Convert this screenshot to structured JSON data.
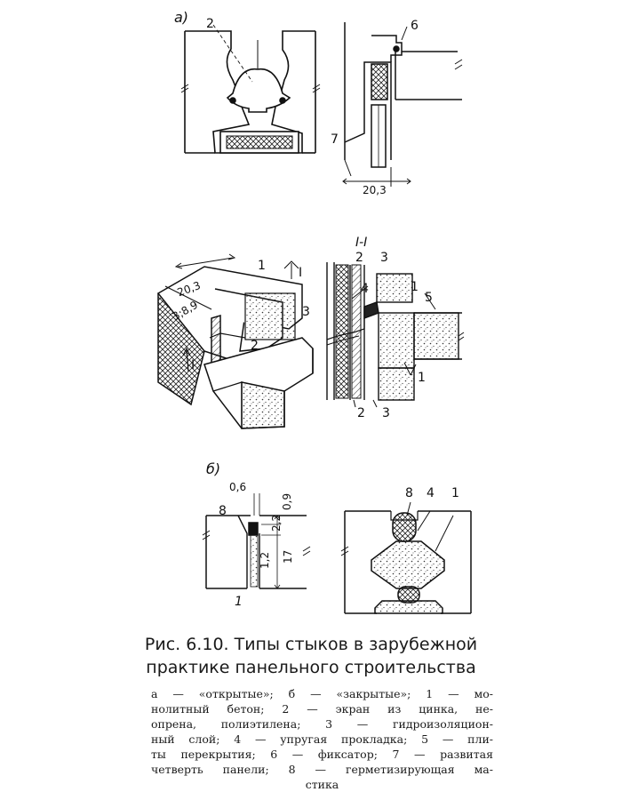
{
  "panels": {
    "a": {
      "label": "а)",
      "numbers": {
        "n2": "2",
        "n6": "6",
        "n7": "7"
      },
      "dimension": "20,3"
    },
    "iso": {
      "numbers": {
        "n1": "1",
        "n2": "2",
        "n3": "3"
      },
      "section_mark": "I",
      "dim_width": "20,3",
      "dim_depth": "3;8,9"
    },
    "section": {
      "title": "I-I",
      "numbers": {
        "n1": "1",
        "n2": "2",
        "n3": "3",
        "n4": "4",
        "n5": "5"
      }
    },
    "b": {
      "label": "б)",
      "numbers": {
        "n8": "8",
        "n4": "4",
        "n1": "1"
      },
      "dims": [
        "0,6",
        "2,2",
        "0,9",
        "1,2",
        "17"
      ]
    }
  },
  "caption": {
    "title_lines": [
      "Рис. 6.10. Типы стыков в зарубежной",
      "практике панельного строительства"
    ],
    "body_lines": [
      "а — «открытые»;  б — «закрытые»;  1 — мо-",
      "нолитный бетон; 2 — экран из цинка, не-",
      "опрена, полиэтилена; 3 — гидроизоляцион-",
      "ный слой; 4 — упругая прокладка; 5 — пли-",
      "ты перекрытия; 6 — фиксатор; 7 — развитая",
      "четверть панели; 8 — герметизирующая ма-",
      "стика"
    ]
  }
}
